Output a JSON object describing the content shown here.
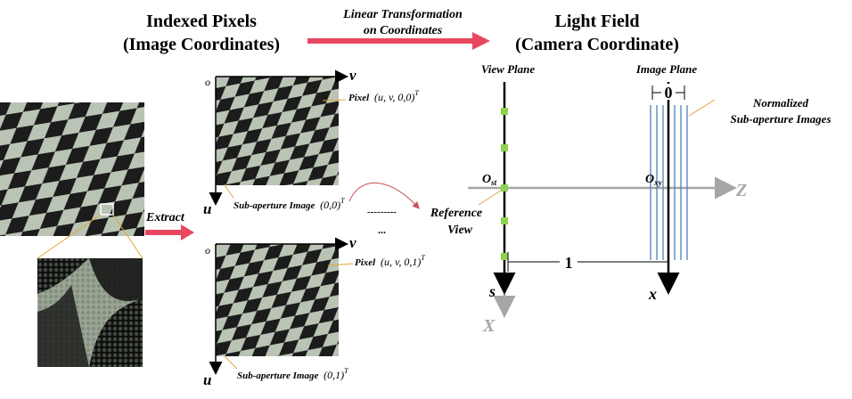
{
  "headings": {
    "indexed_line1": "Indexed Pixels",
    "indexed_line2": "(Image Coordinates)",
    "lightfield_line1": "Light Field",
    "lightfield_line2": "(Camera Coordinate)",
    "transform_line1": "Linear Transformation",
    "transform_line2": "on Coordinates"
  },
  "left_panel": {
    "extract_label": "Extract"
  },
  "image_top": {
    "origin": "o",
    "axis_u": "u",
    "axis_v": "v",
    "pixel_label": "Pixel",
    "pixel_tuple": "(u, v, 0,0)",
    "pixel_sup": "T",
    "subap_label": "Sub-aperture Image",
    "subap_tuple": "(0,0)",
    "subap_sup": "T"
  },
  "image_bottom": {
    "origin": "o",
    "axis_u": "u",
    "axis_v": "v",
    "pixel_label": "Pixel",
    "pixel_tuple": "(u, v, 0,1)",
    "pixel_sup": "T",
    "subap_label": "Sub-aperture Image",
    "subap_tuple": "(0,1)",
    "subap_sup": "T"
  },
  "reference": {
    "line1": "Reference",
    "line2": "View",
    "dashes": "---------",
    "ellipsis": "..."
  },
  "light_field": {
    "view_plane": "View Plane",
    "image_plane": "Image Plane",
    "zero_label": "0",
    "normalized_line1": "Normalized",
    "normalized_line2": "Sub-aperture Images",
    "o_st": "O",
    "o_st_sub": "st",
    "o_xy": "O",
    "o_xy_sub": "xy",
    "axis_z": "Z",
    "axis_x_upper": "X",
    "axis_s": "s",
    "axis_x_lower": "x",
    "distance_label": "1"
  },
  "colors": {
    "arrow_red": "#e8475f",
    "square_green": "#8fd14f",
    "line_blue": "#4f81bd",
    "axis_gray": "#a6a6a6",
    "checker_light": "#b9c4b4",
    "checker_dark": "#1c1c1c",
    "leader_orange": "#e0a53a",
    "dashed_red": "#c8505a"
  }
}
